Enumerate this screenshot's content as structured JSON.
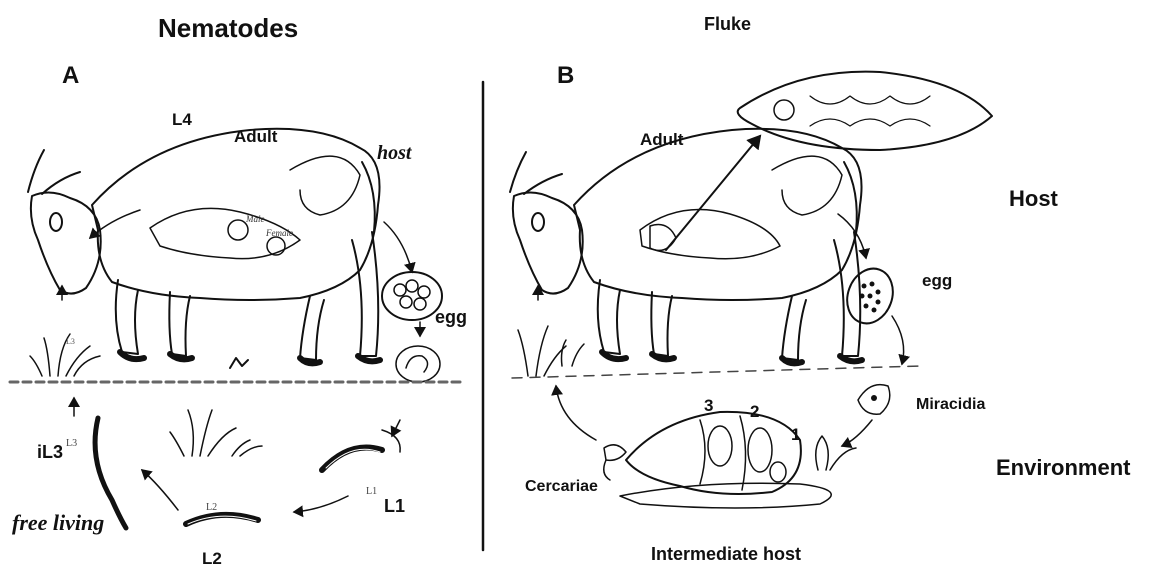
{
  "headings": {
    "left": "Nematodes",
    "right": "Fluke"
  },
  "panels": {
    "a": "A",
    "b": "B"
  },
  "nematode": {
    "l4": "L4",
    "adult": "Adult",
    "host": "host",
    "egg": "egg",
    "il3": "iL3",
    "free_living": "free living",
    "l1": "L1",
    "l2": "L2",
    "sketch_male": "Male",
    "sketch_female": "Female",
    "sketch_l1": "L1",
    "sketch_l2": "L2",
    "sketch_l3": "L3"
  },
  "fluke": {
    "adult": "Adult",
    "host": "Host",
    "egg": "egg",
    "miracidia": "Miracidia",
    "environment": "Environment",
    "cercariae": "Cercariae",
    "intermediate_host": "Intermediate host",
    "n1": "1",
    "n2": "2",
    "n3": "3"
  },
  "colors": {
    "ink": "#111111",
    "ground_line": "#666666"
  }
}
